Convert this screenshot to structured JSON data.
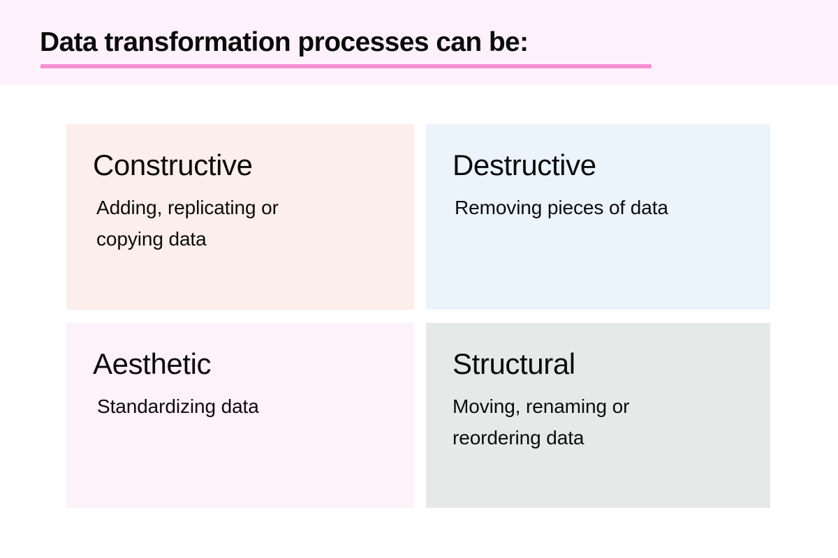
{
  "header": {
    "title": "Data transformation processes can be:",
    "band_color": "#fdf2fb",
    "underline_color": "#f48fd0"
  },
  "page": {
    "background_color": "#ffffff",
    "text_color": "#0b0b0b"
  },
  "cards": [
    {
      "id": "constructive",
      "title": "Constructive",
      "body": "Adding, replicating or copying data",
      "background_color": "#fceeea"
    },
    {
      "id": "destructive",
      "title": "Destructive",
      "body": "Removing pieces of data",
      "background_color": "#ebf3fb"
    },
    {
      "id": "aesthetic",
      "title": "Aesthetic",
      "body": "Standardizing data",
      "background_color": "#fdf1fa"
    },
    {
      "id": "structural",
      "title": "Structural",
      "body": "Moving, renaming or reordering data",
      "background_color": "#e5e9e8"
    }
  ]
}
